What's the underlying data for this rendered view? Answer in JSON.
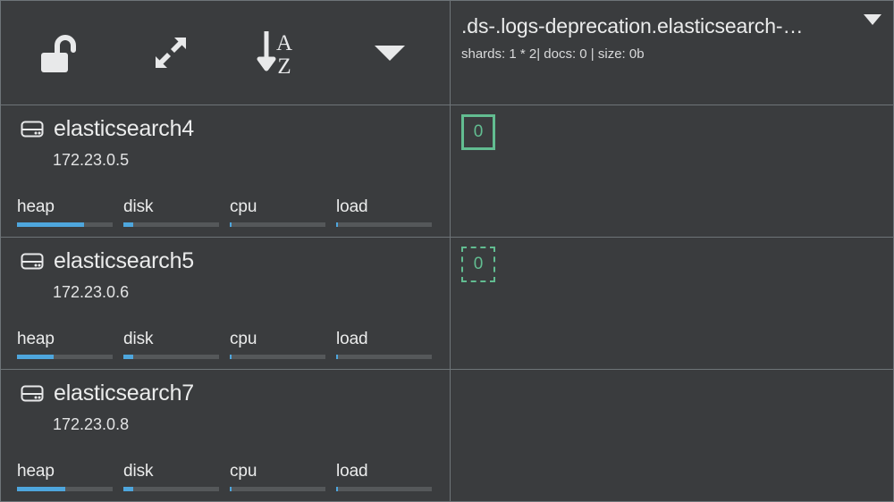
{
  "toolbar": {
    "buttons": [
      {
        "name": "unlock-icon",
        "label": "unlock"
      },
      {
        "name": "expand-icon",
        "label": "expand"
      },
      {
        "name": "sort-az-icon",
        "label": "sort-a-z"
      },
      {
        "name": "chevron-down-icon",
        "label": "more"
      }
    ]
  },
  "index": {
    "title": ".ds-.logs-deprecation.elasticsearch-…",
    "stats": "shards: 1 * 2| docs: 0 | size: 0b",
    "caret": "chevron-down-icon"
  },
  "colors": {
    "accent_blue": "#4ea6dd",
    "shard_green": "#62bd91",
    "panel_bg": "#3a3c3e",
    "page_bg": "#2b2d2f",
    "border": "#6e7478",
    "track": "#55585a",
    "text": "#ebecec"
  },
  "metric_labels": [
    "heap",
    "disk",
    "cpu",
    "load"
  ],
  "nodes": [
    {
      "icon": "disk-icon",
      "name": "elasticsearch4",
      "ip": "172.23.0.5",
      "metrics": [
        {
          "label": "heap",
          "percent": 70
        },
        {
          "label": "disk",
          "percent": 10
        },
        {
          "label": "cpu",
          "percent": 2
        },
        {
          "label": "load",
          "percent": 2
        }
      ],
      "shards": [
        {
          "value": "0",
          "type": "primary"
        }
      ]
    },
    {
      "icon": "disk-icon",
      "name": "elasticsearch5",
      "ip": "172.23.0.6",
      "metrics": [
        {
          "label": "heap",
          "percent": 38
        },
        {
          "label": "disk",
          "percent": 10
        },
        {
          "label": "cpu",
          "percent": 2
        },
        {
          "label": "load",
          "percent": 2
        }
      ],
      "shards": [
        {
          "value": "0",
          "type": "replica"
        }
      ]
    },
    {
      "icon": "disk-icon",
      "name": "elasticsearch7",
      "ip": "172.23.0.8",
      "metrics": [
        {
          "label": "heap",
          "percent": 50
        },
        {
          "label": "disk",
          "percent": 10
        },
        {
          "label": "cpu",
          "percent": 2
        },
        {
          "label": "load",
          "percent": 2
        }
      ],
      "shards": []
    }
  ]
}
